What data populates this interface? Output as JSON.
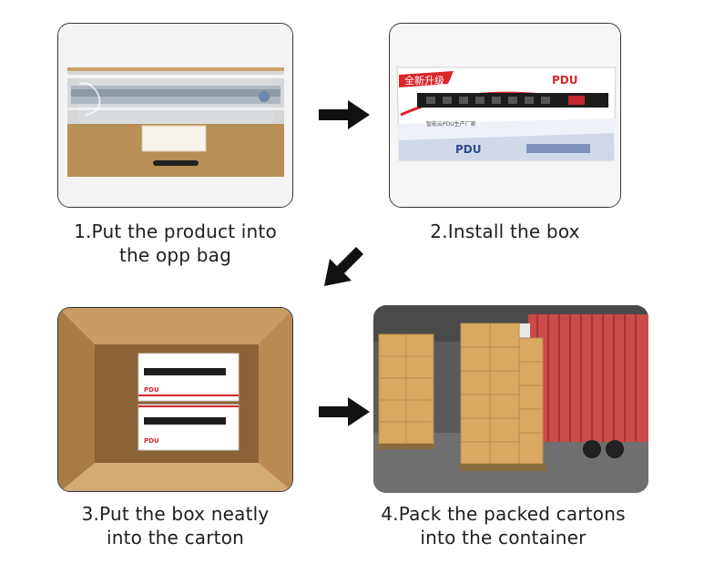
{
  "steps": [
    {
      "caption_line1": "1.Put the product into",
      "caption_line2": "the opp bag",
      "photo": "product-in-opp-bag-photo"
    },
    {
      "caption_line1": "2.Install the box",
      "caption_line2": "",
      "photo": "product-box-photo"
    },
    {
      "caption_line1": "3.Put the box neatly",
      "caption_line2": "into the carton",
      "photo": "boxes-in-carton-photo"
    },
    {
      "caption_line1": "4.Pack the packed cartons",
      "caption_line2": "into the container",
      "photo": "cartons-loaded-in-container-photo"
    }
  ],
  "box_print": {
    "brand": "PDU",
    "slogan_cn": "全新升级",
    "sub_cn": "智能云PDU生产厂家"
  },
  "arrows": [
    "arrow-right-icon",
    "arrow-down-left-icon",
    "arrow-right-icon"
  ],
  "colors": {
    "frame": "#333333",
    "arrow": "#111111",
    "cardboard": "#c8a46a",
    "box_red": "#d8262b"
  }
}
